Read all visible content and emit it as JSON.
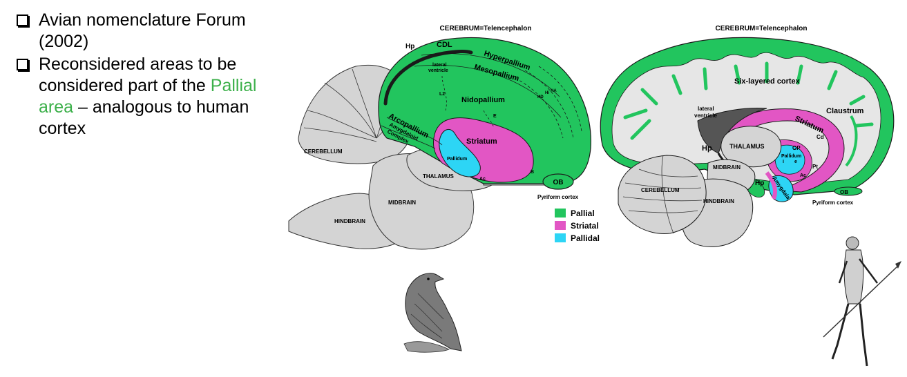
{
  "bullets": [
    {
      "text": "Avian nomenclature Forum (2002)"
    },
    {
      "pre": "Reconsidered areas to be considered part of the ",
      "highlight": "Pallial area",
      "post": " – analogous to human cortex"
    }
  ],
  "bird_brain": {
    "title": "CEREBRUM=Telencephalon",
    "labels": {
      "hp": "Hp",
      "cdl": "CDL",
      "hyperpallium": "Hyperpallium",
      "lateral": "lateral",
      "ventricle": "ventricle",
      "mesopallium": "Mesopallium",
      "l2": "L2",
      "nidopallium": "Nidopallium",
      "e": "E",
      "hd": "HD",
      "hi": "Hi",
      "ha": "HA",
      "arcopallium": "Arcopallium",
      "amygdaloid": "Amygdaloid",
      "complex": "Complex",
      "striatum": "Striatum",
      "pallidum": "Pallidum",
      "ac": "Ac",
      "b": "B",
      "ob": "OB",
      "pyriform": "Pyriform cortex",
      "cerebellum": "CEREBELLUM",
      "thalamus": "THALAMUS",
      "midbrain": "MIDBRAIN",
      "hindbrain": "HINDBRAIN"
    }
  },
  "legend": [
    {
      "label": "Pallial",
      "color": "#22c55e"
    },
    {
      "label": "Striatal",
      "color": "#e256c4"
    },
    {
      "label": "Pallidal",
      "color": "#2dd5f5"
    }
  ],
  "human_brain": {
    "title": "CEREBRUM=Telencephalon",
    "labels": {
      "six_layered": "Six-layered cortex",
      "lateral": "lateral",
      "ventricle": "ventricle",
      "claustrum": "Claustrum",
      "striatum": "Striatum",
      "cd": "Cd",
      "hp": "Hp",
      "thalamus": "THALAMUS",
      "gp": "GP",
      "pallidum": "Pallidum",
      "i": "i",
      "e": "e",
      "pt": "Pt",
      "ac": "Ac",
      "midbrain": "MIDBRAIN",
      "amygdala": "Amygdala",
      "hp2": "Hp",
      "ob": "OB",
      "pyriform": "Pyriform cortex",
      "cerebellum": "CEREBELLUM",
      "hindbrain": "HINDBRAIN"
    }
  },
  "colors": {
    "pallial": "#22c55e",
    "striatal": "#e256c4",
    "pallidal": "#2dd5f5",
    "gray": "#d4d4d4",
    "highlight": "#3cb04a"
  }
}
